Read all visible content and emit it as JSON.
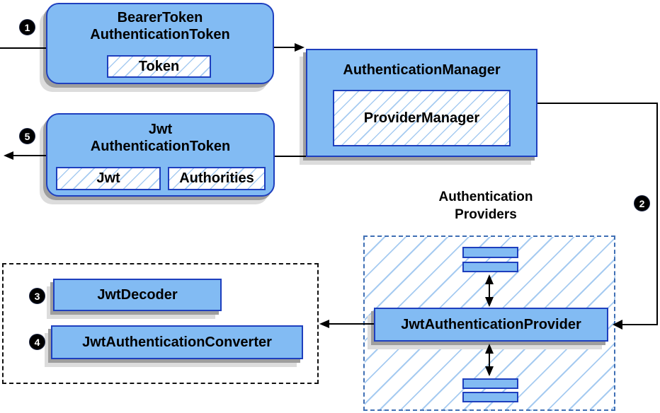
{
  "colors": {
    "node_fill": "#82bbf3",
    "node_border": "#1e3fbe",
    "hatch_line": "#a6cbf1",
    "region_border": "#3f6fb4",
    "shadow_dark": "#9e9e9e",
    "shadow_light": "#dcdcdc",
    "connector": "#000000",
    "badge_bg": "#000000",
    "badge_text": "#ffffff"
  },
  "nodes": {
    "bearer_token": {
      "title_line1": "BearerToken",
      "title_line2": "AuthenticationToken",
      "chip_token": "Token"
    },
    "jwt_token": {
      "title_line1": "Jwt",
      "title_line2": "AuthenticationToken",
      "chip_jwt": "Jwt",
      "chip_authorities": "Authorities"
    },
    "authentication_manager": {
      "title": "AuthenticationManager",
      "chip_provider_manager": "ProviderManager"
    },
    "jwt_authentication_provider": {
      "title": "JwtAuthenticationProvider"
    },
    "jwt_decoder": {
      "title": "JwtDecoder"
    },
    "jwt_authentication_converter": {
      "title": "JwtAuthenticationConverter"
    }
  },
  "labels": {
    "providers_group_line1": "Authentication",
    "providers_group_line2": "Providers"
  },
  "badges": {
    "step_1": "1",
    "step_2": "2",
    "step_3": "3",
    "step_4": "4",
    "step_5": "5"
  }
}
